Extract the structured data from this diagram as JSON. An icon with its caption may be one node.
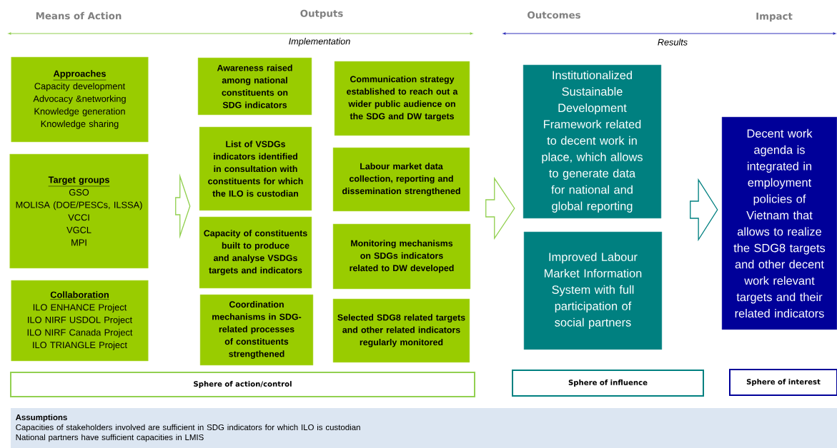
{
  "diagram": {
    "nodes": [
      {
        "text": [
          "Approaches",
          "Capacity development",
          "Advocacy &networking",
          "Knowledge generation",
          "Knowledge sharing"
        ]
      },
      {
        "text": [
          "Target groups",
          "GSO",
          "MOLISA (DOE/PESCs, ILSSA)",
          "VCCI",
          "VGCL",
          "MPI"
        ]
      },
      {
        "text": [
          "Collaboration",
          "ILO ENHANCE Project",
          "ILO NIRF USDOL Project",
          "ILO NIRF Canada Project",
          "ILO TRIANGLE Project"
        ]
      },
      {
        "text": [
          "Awareness raised among national constituents on SDG indicators"
        ]
      },
      {
        "text": [
          "List of VSDGs indicators identified in consultation with constituents for which the ILO is custodian"
        ]
      },
      {
        "text": [
          "Capacity of constituents built to produce and analyse VSDGs targets and indicators"
        ]
      },
      {
        "text": [
          "Coordination mechanisms in SDG-related processes of constituents strengthened"
        ]
      },
      {
        "text": [
          "Communication strategy established to reach out a wider public audience on the SDG and DW targets"
        ]
      },
      {
        "text": [
          "Labour market data collection, reporting and dissemination strengthened"
        ]
      },
      {
        "text": [
          "Monitoring mechanisms on SDGs indicators related to DW developed"
        ]
      },
      {
        "text": [
          "Selected SDG8 related targets and other related indicators regularly monitored"
        ]
      },
      {
        "text": [
          "Institutionalized Sustainable Development Framework related to decent work in place, which allows to generate data for national and global reporting"
        ]
      },
      {
        "text": [
          "Improved Labour Market Information System with full participation of social partners"
        ]
      },
      {
        "text": [
          "Decent work agenda is integrated in employment policies of Vietnam that allows to realize the SDG8 targets and other decent work relevant targets and their related indicators"
        ]
      },
      {
        "text": [
          "Sphere of action/control"
        ]
      },
      {
        "text": [
          "Sphere of influence"
        ]
      },
      {
        "text": [
          "Sphere of interest"
        ]
      },
      {
        "text": [
          "Assumptions",
          "Capacities of stakeholders involved are sufficient in SDG indicators for which ILO is custodian",
          "National partners have sufficient capacities in LMIS"
        ]
      }
    ],
    "edges": [
      {
        "from": null,
        "to": 4,
        "arrow": "to"
      },
      {
        "from": null,
        "to": 11,
        "arrow": "to"
      },
      {
        "from": null,
        "to": 13,
        "arrow": "to",
        "color": "#008080"
      }
    ],
    "labels": [
      "Means of Action",
      "Outputs",
      "Outcomes",
      "Impact",
      "Implementation",
      "Results"
    ]
  }
}
